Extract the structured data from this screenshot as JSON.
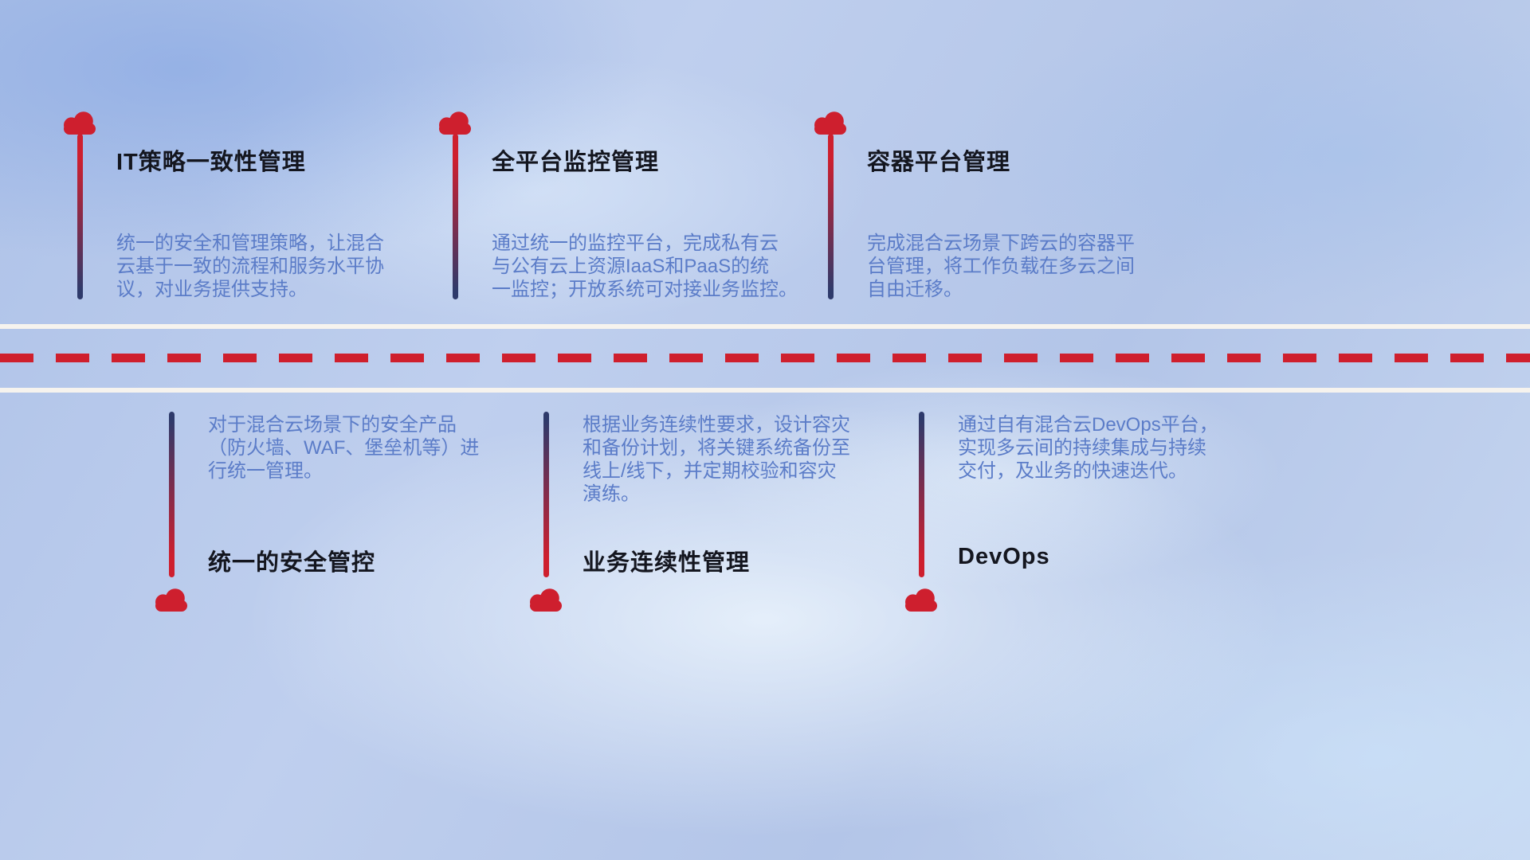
{
  "colors": {
    "accent_red": "#ce1f2e",
    "line_navy": "#2e3a6b",
    "title_text": "#14161f",
    "desc_text": "#5b7cc8",
    "road_white": "#f6f3ee"
  },
  "top_items": [
    {
      "title": "IT策略一致性管理",
      "desc": "统一的安全和管理策略，让混合\n云基于一致的流程和服务水平协\n议，对业务提供支持。"
    },
    {
      "title": "全平台监控管理",
      "desc": "通过统一的监控平台，完成私有云\n与公有云上资源IaaS和PaaS的统\n一监控；开放系统可对接业务监控。"
    },
    {
      "title": "容器平台管理",
      "desc": "完成混合云场景下跨云的容器平\n台管理，将工作负载在多云之间\n自由迁移。"
    }
  ],
  "bottom_items": [
    {
      "title": "统一的安全管控",
      "desc": "对于混合云场景下的安全产品\n（防火墙、WAF、堡垒机等）进\n行统一管理。"
    },
    {
      "title": "业务连续性管理",
      "desc": "根据业务连续性要求，设计容灾\n和备份计划，将关键系统备份至\n线上/线下，并定期校验和容灾\n演练。"
    },
    {
      "title": "DevOps",
      "desc": "通过自有混合云DevOps平台，\n实现多云间的持续集成与持续\n交付，及业务的快速迭代。"
    }
  ]
}
